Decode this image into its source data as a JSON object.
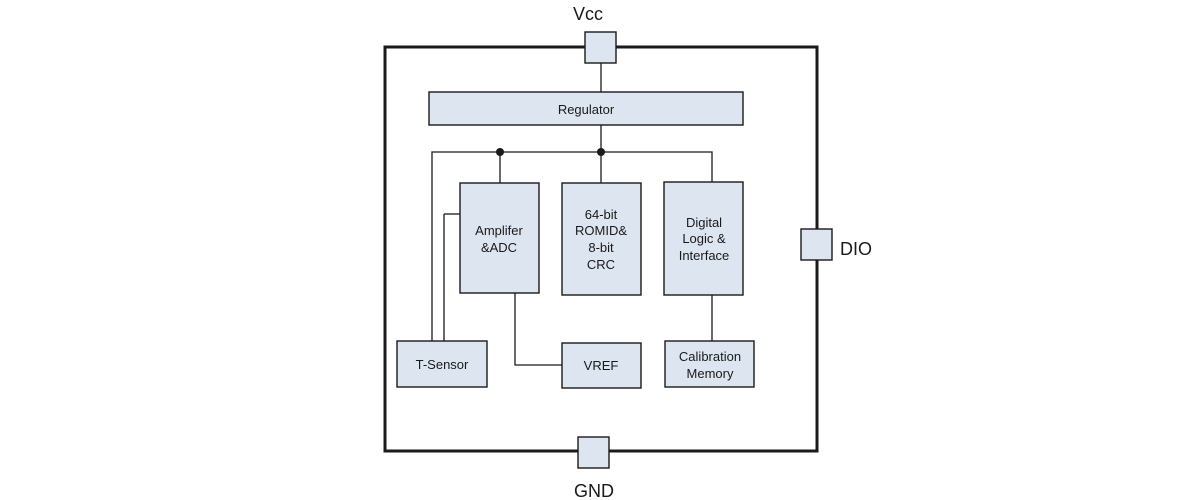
{
  "colors": {
    "block_fill": "#dde5f0",
    "stroke": "#1a1a1a",
    "background": "#ffffff"
  },
  "pins": {
    "vcc": "Vcc",
    "gnd": "GND",
    "dio": "DIO"
  },
  "blocks": {
    "regulator": [
      "Regulator"
    ],
    "amplifier": [
      "Amplifer",
      "&ADC"
    ],
    "romid": [
      "64-bit",
      "ROMID&",
      "8-bit",
      "CRC"
    ],
    "digital": [
      "Digital",
      "Logic &",
      "Interface"
    ],
    "tsensor": [
      "T-Sensor"
    ],
    "vref": [
      "VREF"
    ],
    "calibration": [
      "Calibration",
      "Memory"
    ]
  }
}
